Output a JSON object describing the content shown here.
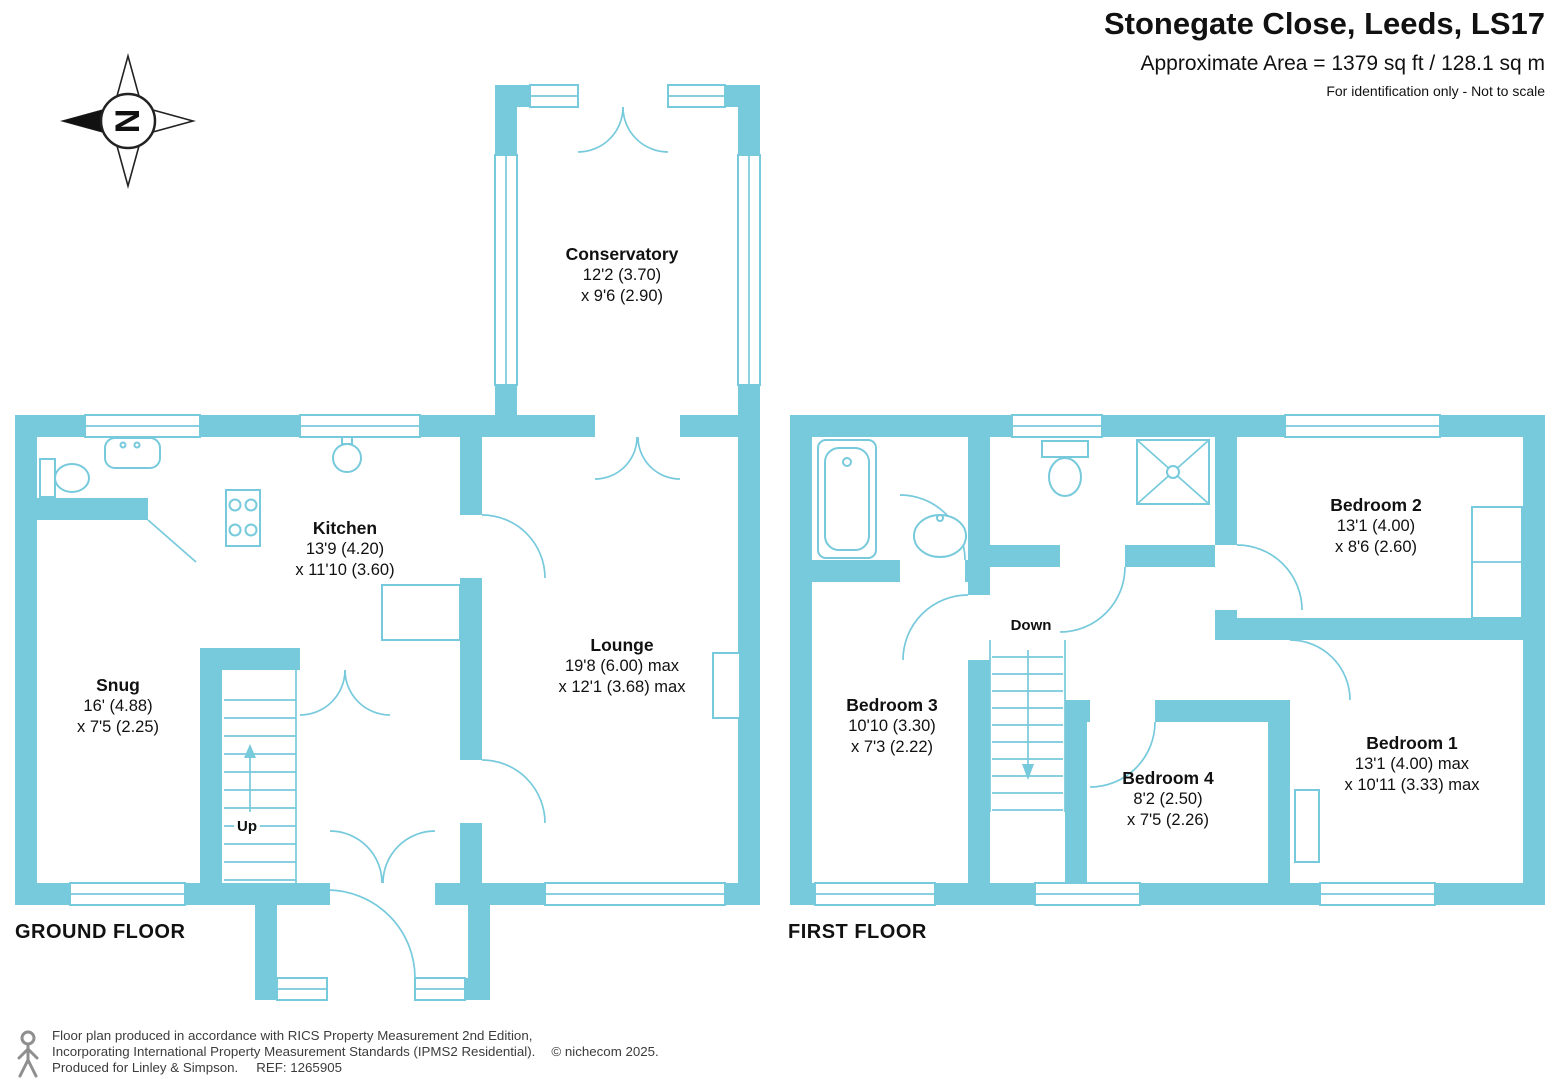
{
  "header": {
    "title": "Stonegate Close, Leeds, LS17",
    "area": "Approximate Area = 1379 sq ft / 128.1 sq m",
    "note": "For identification only - Not to scale"
  },
  "compass": {
    "label": "N"
  },
  "floors": {
    "ground": {
      "label": "GROUND FLOOR",
      "stairs_label": "Up",
      "rooms": [
        {
          "name": "Conservatory",
          "dim1": "12'2 (3.70)",
          "dim2": "x 9'6 (2.90)"
        },
        {
          "name": "Kitchen",
          "dim1": "13'9 (4.20)",
          "dim2": "x 11'10 (3.60)"
        },
        {
          "name": "Lounge",
          "dim1": "19'8 (6.00) max",
          "dim2": "x 12'1 (3.68) max"
        },
        {
          "name": "Snug",
          "dim1": "16' (4.88)",
          "dim2": "x 7'5 (2.25)"
        }
      ]
    },
    "first": {
      "label": "FIRST FLOOR",
      "stairs_label": "Down",
      "rooms": [
        {
          "name": "Bedroom 2",
          "dim1": "13'1 (4.00)",
          "dim2": "x 8'6 (2.60)"
        },
        {
          "name": "Bedroom 3",
          "dim1": "10'10 (3.30)",
          "dim2": "x 7'3 (2.22)"
        },
        {
          "name": "Bedroom 4",
          "dim1": "8'2 (2.50)",
          "dim2": "x 7'5 (2.26)"
        },
        {
          "name": "Bedroom 1",
          "dim1": "13'1 (4.00) max",
          "dim2": "x 10'11 (3.33) max"
        }
      ]
    }
  },
  "footer": {
    "line1": "Floor plan produced in accordance with RICS Property Measurement 2nd Edition,",
    "line2": "Incorporating International Property Measurement Standards (IPMS2 Residential).",
    "copyright": "© nichecom 2025.",
    "line3": "Produced for Linley & Simpson.",
    "ref": "REF: 1265905"
  },
  "colors": {
    "wall": "#77cadc"
  }
}
